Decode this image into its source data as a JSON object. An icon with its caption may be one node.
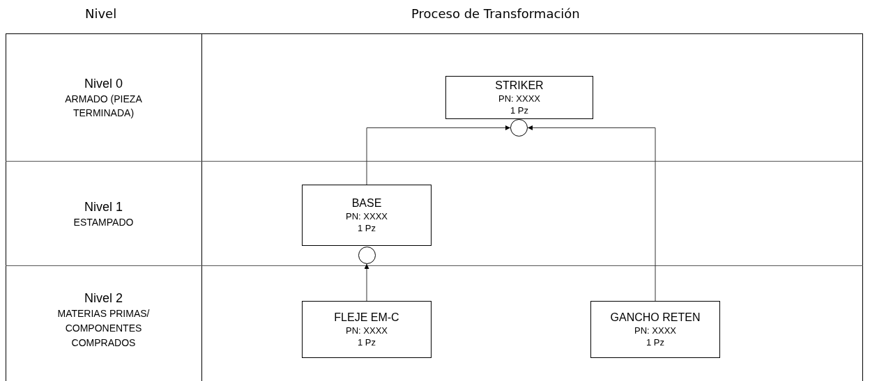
{
  "diagram": {
    "nodes": [
      {
        "text": [
          "STRIKER",
          "PN: XXXX",
          "1 Pz"
        ]
      },
      {
        "text": [],
        "shape": "circle"
      },
      {
        "text": [
          "BASE",
          "PN: XXXX",
          "1 Pz"
        ]
      },
      {
        "text": [],
        "shape": "circle"
      },
      {
        "text": [
          "FLEJE EM-C",
          "PN: XXXX",
          "1 Pz"
        ]
      },
      {
        "text": [
          "GANCHO RETEN",
          "PN: XXXX",
          "1 Pz"
        ]
      }
    ],
    "edges": [
      {
        "from": 2,
        "to": 1,
        "arrow": "to"
      },
      {
        "from": 5,
        "to": 1,
        "arrow": "to"
      },
      {
        "from": 4,
        "to": 3,
        "arrow": "to"
      }
    ],
    "labels": [
      "Nivel",
      "Proceso de Transformación",
      "Nivel 0",
      "ARMADO (PIEZA TERMINADA)",
      "Nivel 1",
      "ESTAMPADO",
      "Nivel 2",
      "MATERIAS PRIMAS/ COMPONENTES COMPRADOS"
    ]
  }
}
